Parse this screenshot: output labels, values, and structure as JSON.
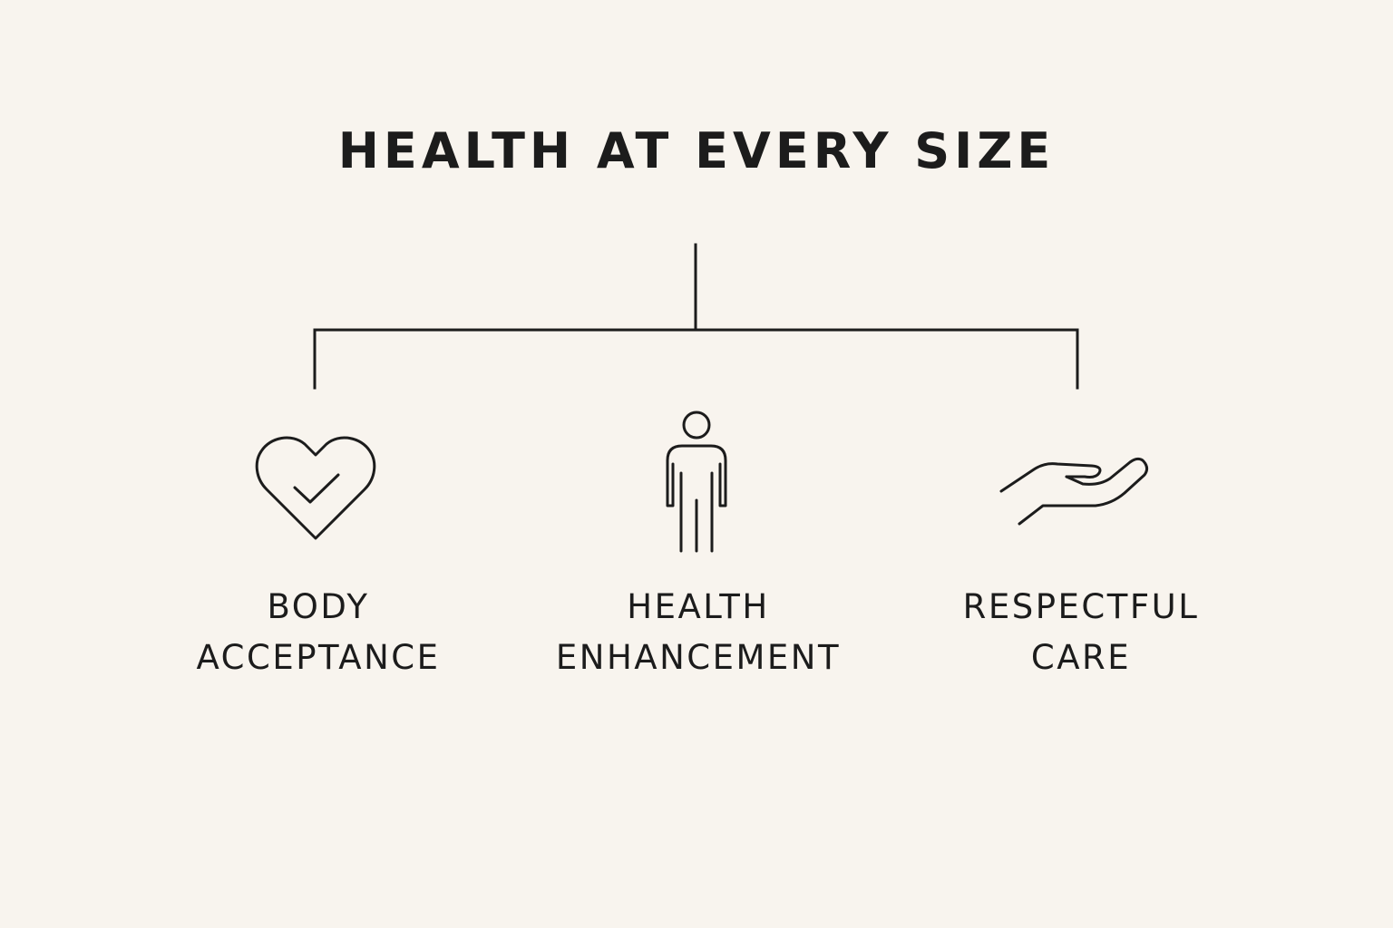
{
  "title": "HEALTH AT EVERY SIZE",
  "colors": {
    "background": "#f8f4ee",
    "ink": "#1c1c1c"
  },
  "nodes": [
    {
      "icon": "heart-check-icon",
      "lines": [
        "BODY",
        "ACCEPTANCE"
      ]
    },
    {
      "icon": "person-icon",
      "lines": [
        "HEALTH",
        "ENHANCEMENT"
      ]
    },
    {
      "icon": "open-hand-icon",
      "lines": [
        "RESPECTFUL",
        "CARE"
      ]
    }
  ]
}
